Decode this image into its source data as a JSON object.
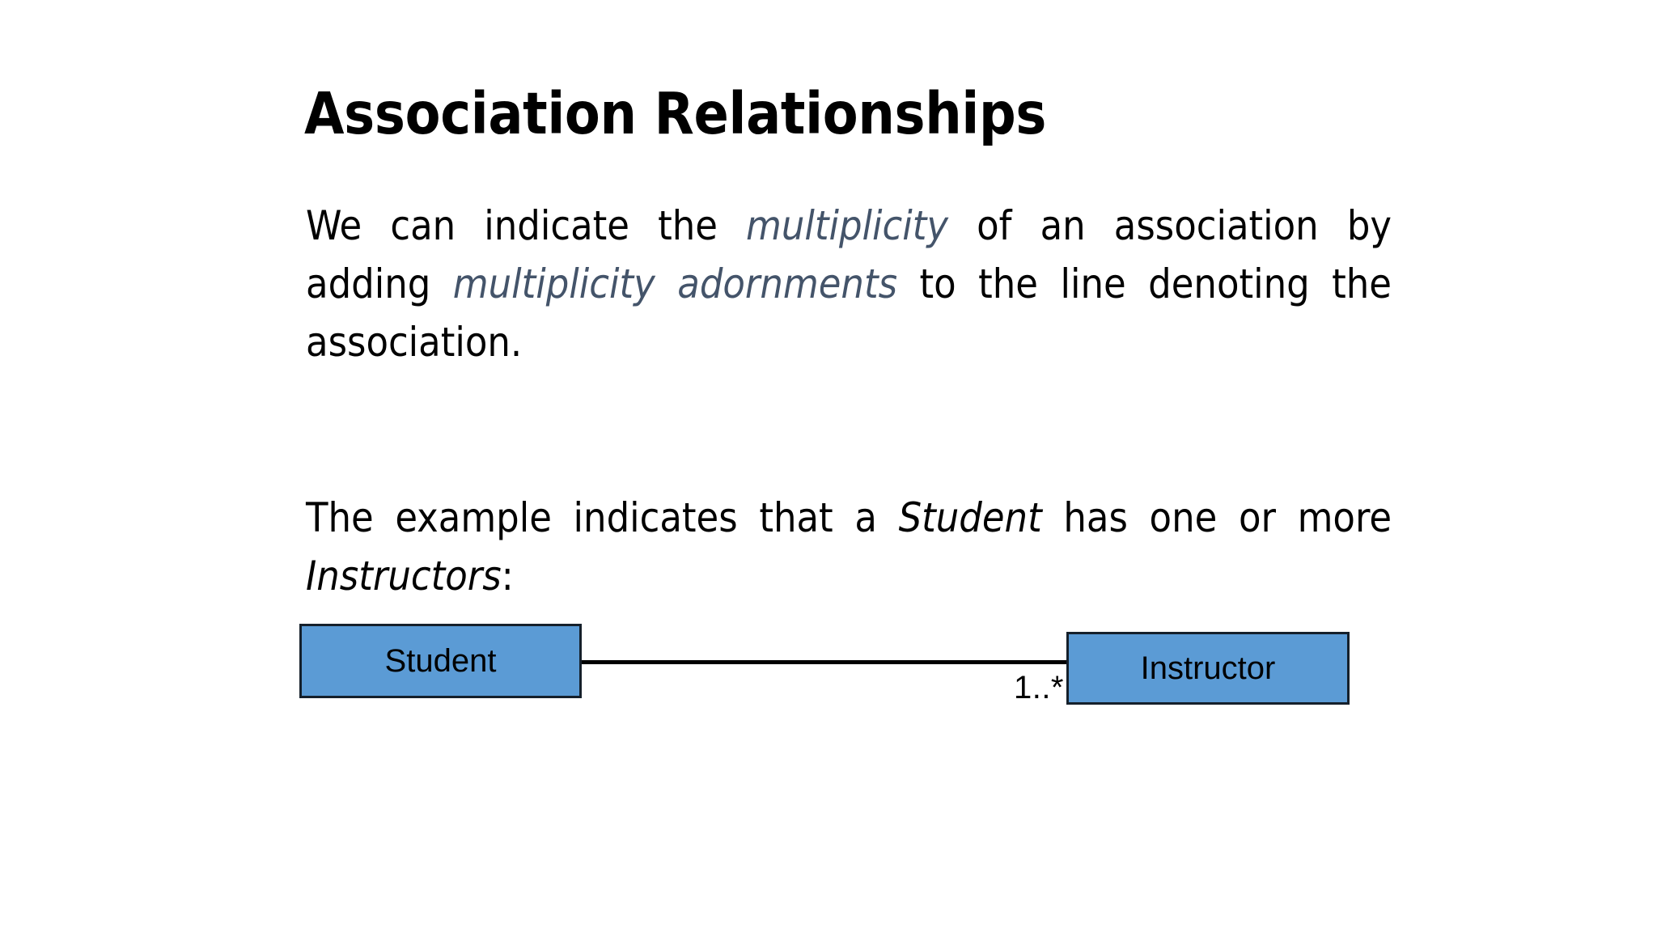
{
  "slide": {
    "background_color": "#FFFFFF",
    "title": "Association Relationships"
  },
  "body": {
    "paragraph_1": {
      "segment_1": "We can indicate the ",
      "emphasis_1": "multiplicity",
      "segment_2": " of an association by adding ",
      "emphasis_2": "multiplicity adornments",
      "segment_3": " to the line denoting the association.",
      "emphasis_color": "#44546A"
    },
    "paragraph_2": {
      "segment_1": "The example indicates that a ",
      "emphasis_1": "Student",
      "segment_2": " has one or more ",
      "emphasis_2": "Instructors",
      "segment_3": ":",
      "emphasis_color": "#000000"
    }
  },
  "diagram": {
    "type": "uml-class-association",
    "fill_color": "#5B9BD5",
    "border_color": "#15202B",
    "line_color": "#000000",
    "classes": [
      {
        "name": "Student"
      },
      {
        "name": "Instructor"
      }
    ],
    "association": {
      "multiplicity_label": "1..*"
    }
  }
}
